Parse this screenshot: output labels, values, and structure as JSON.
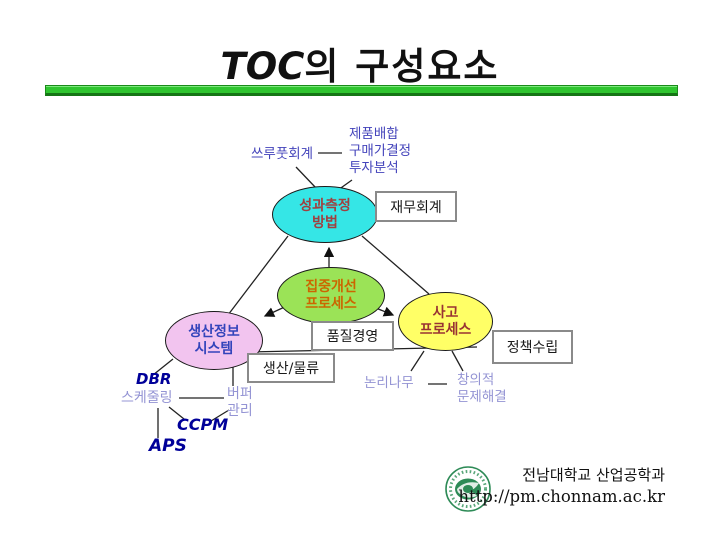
{
  "title": {
    "toc": "TOC",
    "rest": "의 구성요소"
  },
  "diagram": {
    "ellipses": {
      "performance": {
        "label": "성과측정\n방법",
        "fill": "#35e6e6",
        "text_color": "#a04040"
      },
      "focusing": {
        "label": "집중개선\n프로세스",
        "fill": "#9be357",
        "text_color": "#cc6600"
      },
      "prodinfo": {
        "label": "생산정보\n시스템",
        "fill": "#f2c4ef",
        "text_color": "#3344bb"
      },
      "thinking": {
        "label": "사고\n프로세스",
        "fill": "#ffff66",
        "text_color": "#993333"
      }
    },
    "boxes": {
      "financial": "재무회계",
      "quality": "품질경영",
      "production_logistics": "생산/물류",
      "policy": "정책수립"
    },
    "labels": {
      "throughput": "쓰루풋회계",
      "product_mix": "제품배합\n구매가결정\n투자분석",
      "logic_tree": "논리나무",
      "creative": "창의적\n문제해결",
      "scheduling": "스케줄링",
      "buffer": "버퍼\n관리",
      "dbr": "DBR",
      "ccpm": "CCPM",
      "aps": "APS"
    }
  },
  "footer": {
    "department": "전남대학교 산업공학과",
    "url": "http://pm.chonnam.ac.kr",
    "logo": "chonnam-university-seal"
  },
  "colors": {
    "title_bar_green": "#2fc52f",
    "label_blue": "#4444bb",
    "label_lilac": "#9494d4",
    "label_navy": "#000099",
    "logo_green": "#2e8b57"
  }
}
